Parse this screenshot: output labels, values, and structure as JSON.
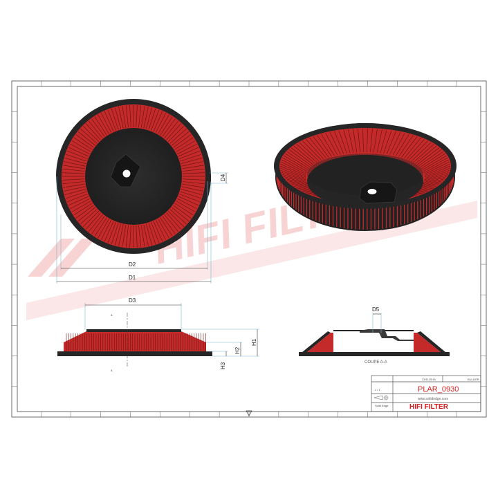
{
  "dimensions": {
    "d1": "D1",
    "d2": "D2",
    "d3": "D3",
    "d4": "D4",
    "d5": "D5",
    "h1": "H1",
    "h2": "H2",
    "h3": "H3"
  },
  "section": {
    "marker": "A",
    "caption": "COUPE A-A"
  },
  "watermark": "HIFI FILTER",
  "title_block": {
    "date": "23/11/2016",
    "author": "BULLIER",
    "sheet": "1 / 1",
    "part_number": "PLAR_0930",
    "website": "www.solidedge.com",
    "software": "Solid Edge",
    "brand": "HIFI FILTER"
  },
  "colors": {
    "pleat_red": "#c42a2a",
    "frame_black": "#262626",
    "dimension_blue": "#7ab8c9",
    "brand_red": "#d62020"
  }
}
